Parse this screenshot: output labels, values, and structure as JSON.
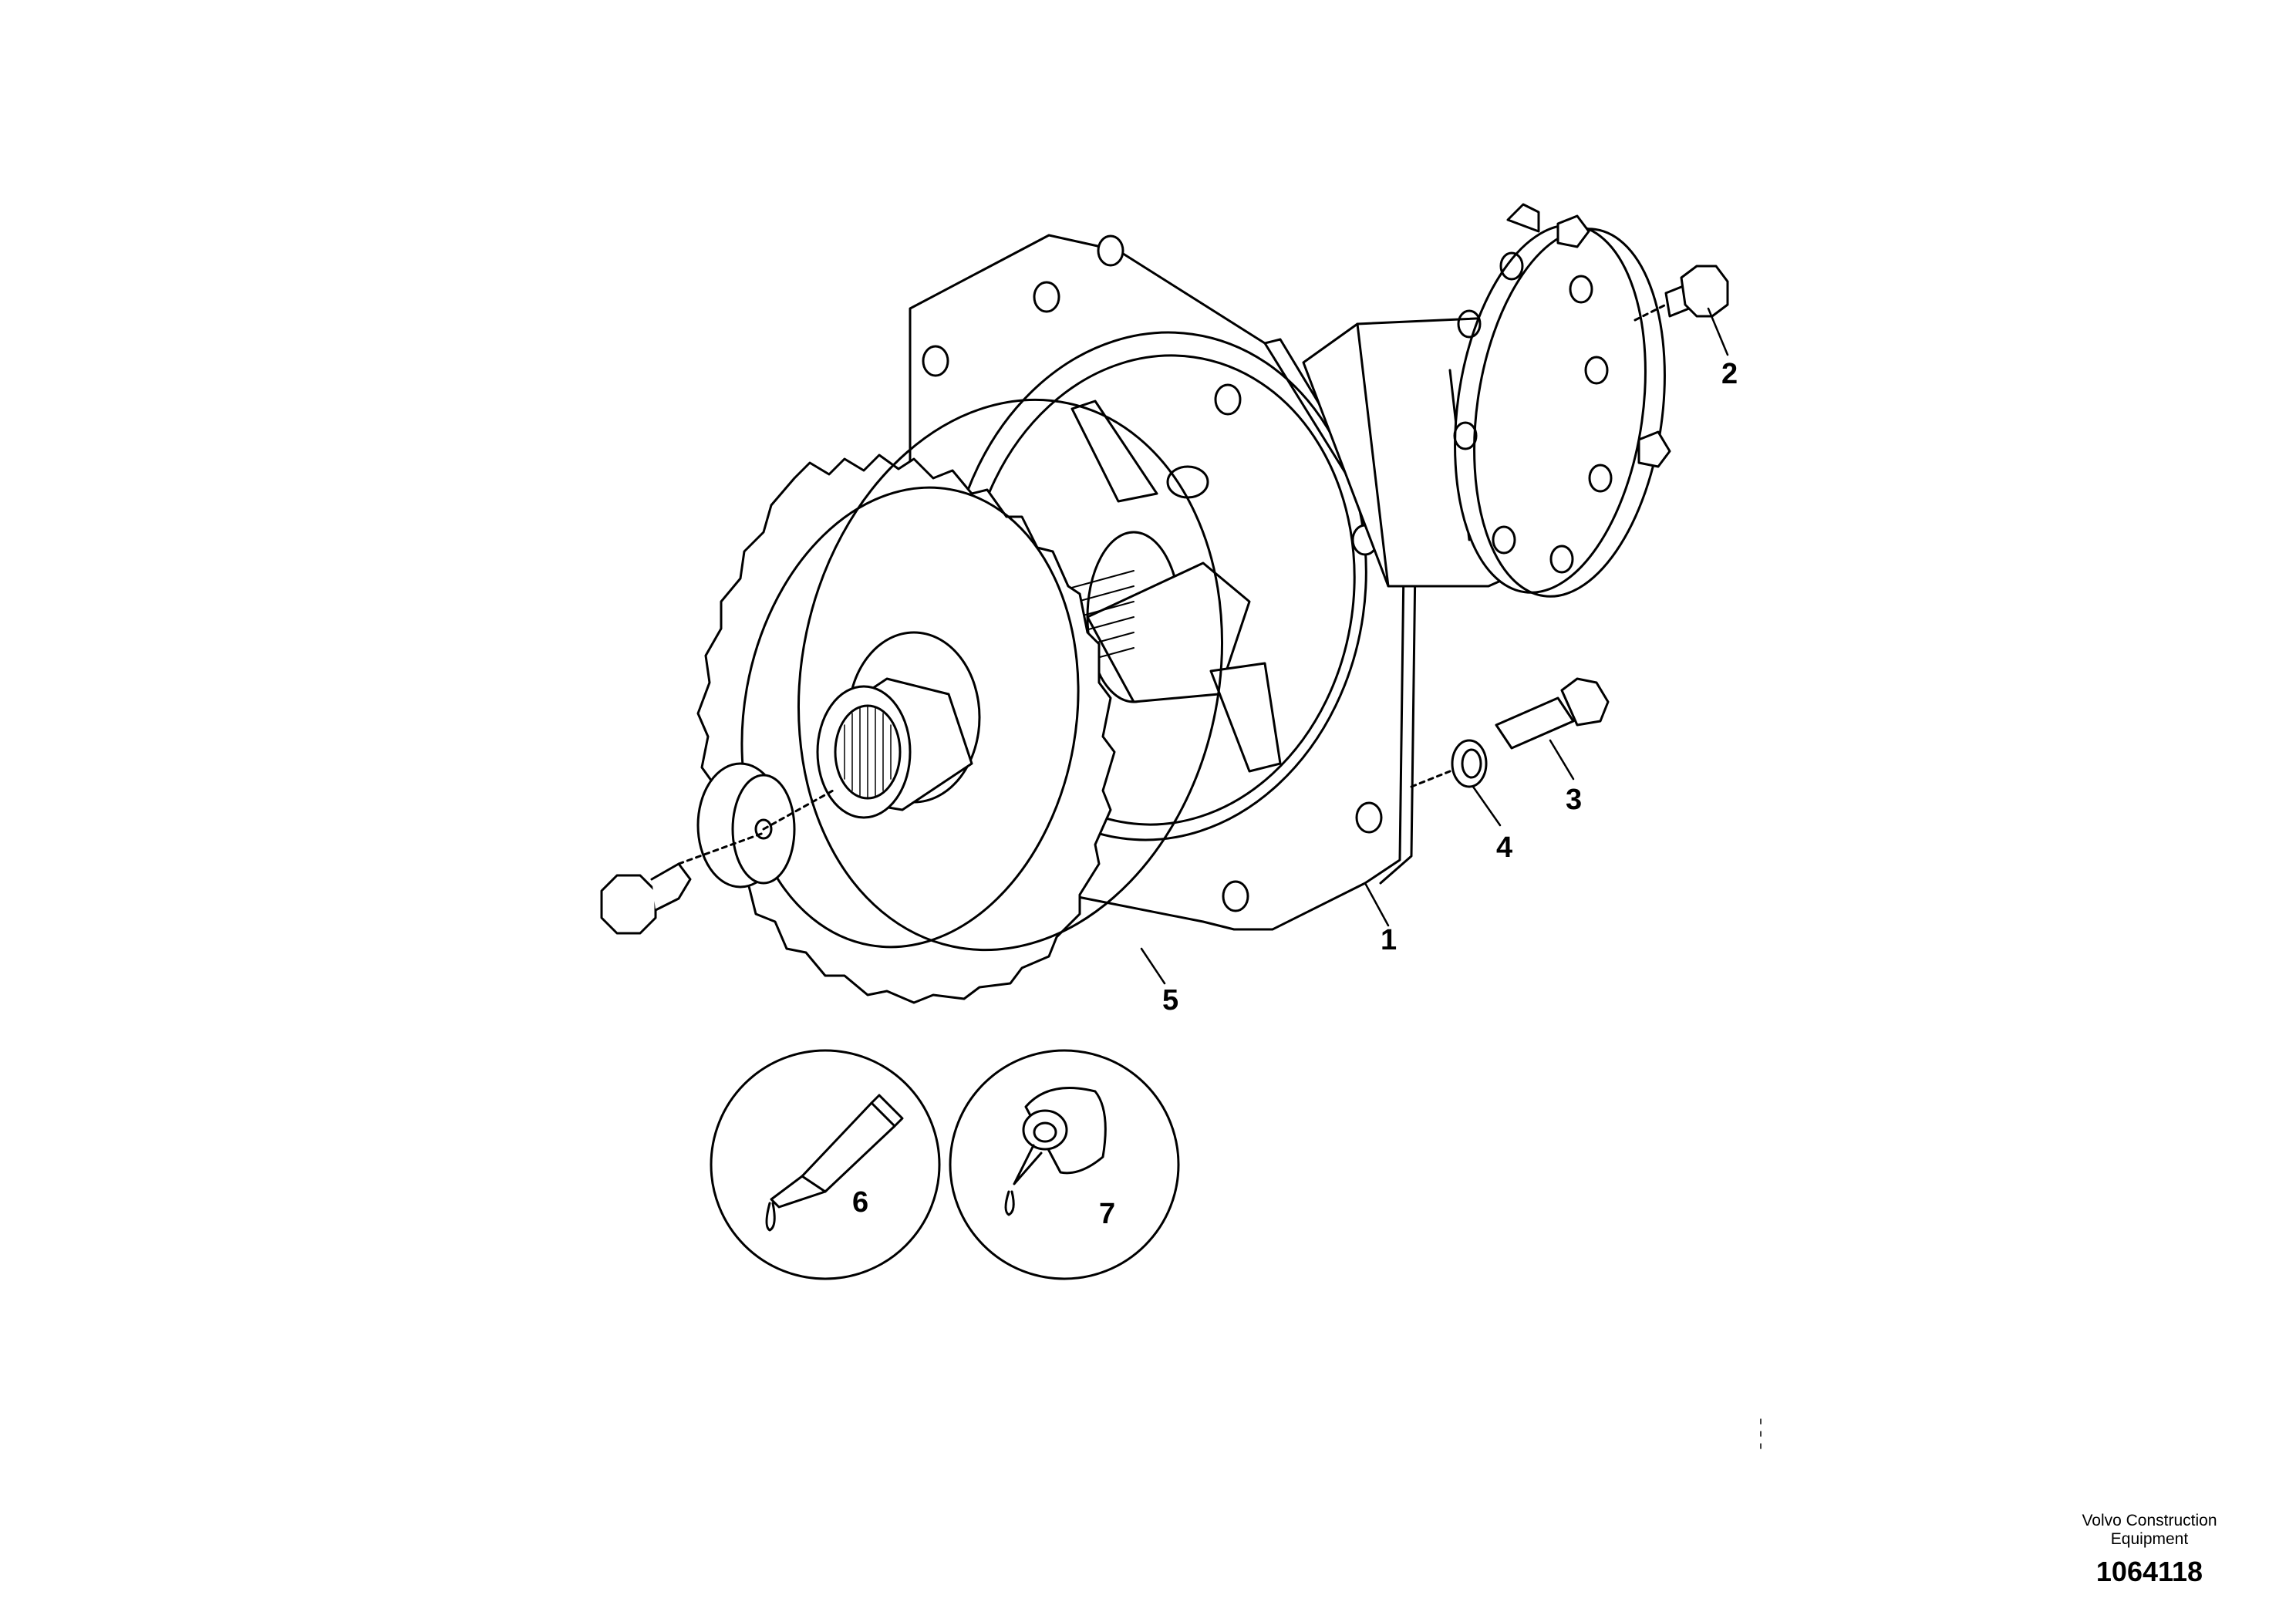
{
  "callouts": [
    {
      "id": "1",
      "label": "1"
    },
    {
      "id": "2",
      "label": "2"
    },
    {
      "id": "3",
      "label": "3"
    },
    {
      "id": "4",
      "label": "4"
    },
    {
      "id": "5",
      "label": "5"
    },
    {
      "id": "6",
      "label": "6"
    },
    {
      "id": "7",
      "label": "7"
    }
  ],
  "footer": {
    "company_line1": "Volvo Construction",
    "company_line2": "Equipment",
    "document_number": "1064118"
  },
  "colors": {
    "line": "#000000",
    "background": "#ffffff"
  }
}
